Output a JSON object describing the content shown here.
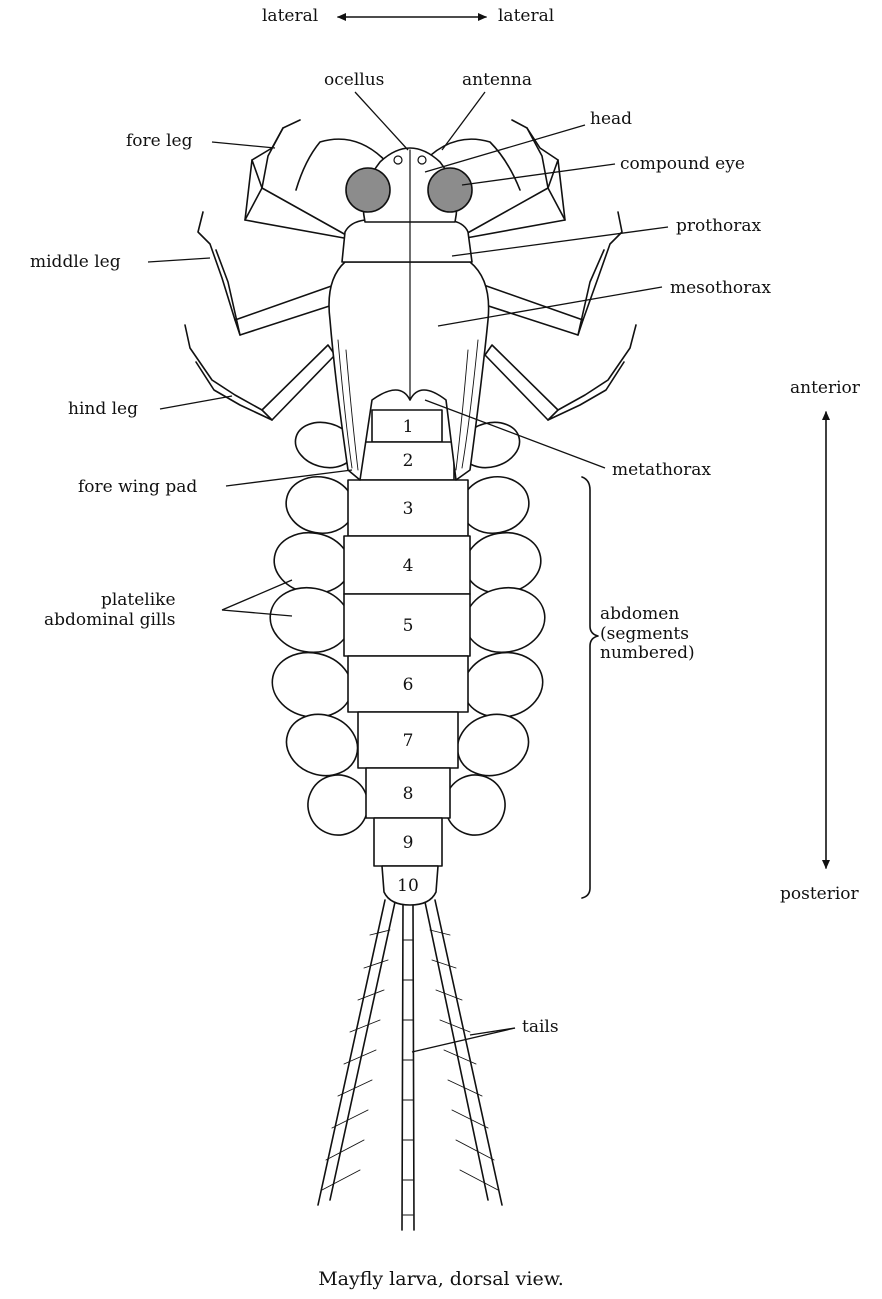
{
  "orientation": {
    "lateral_left": "lateral",
    "lateral_right": "lateral",
    "anterior": "anterior",
    "posterior": "posterior"
  },
  "labels": {
    "ocellus": "ocellus",
    "antenna": "antenna",
    "head": "head",
    "compound_eye": "compound eye",
    "fore_leg": "fore leg",
    "prothorax": "prothorax",
    "middle_leg": "middle leg",
    "mesothorax": "mesothorax",
    "hind_leg": "hind leg",
    "metathorax": "metathorax",
    "fore_wing_pad": "fore wing pad",
    "platelike_gills": "platelike\nabdominal gills",
    "abdomen": "abdomen\n(segments\nnumbered)",
    "tails": "tails"
  },
  "segments": [
    "1",
    "2",
    "3",
    "4",
    "5",
    "6",
    "7",
    "8",
    "9",
    "10"
  ],
  "caption": "Mayfly larva, dorsal view.",
  "colors": {
    "ink": "#111111",
    "eye_fill": "#8c8c8c"
  }
}
